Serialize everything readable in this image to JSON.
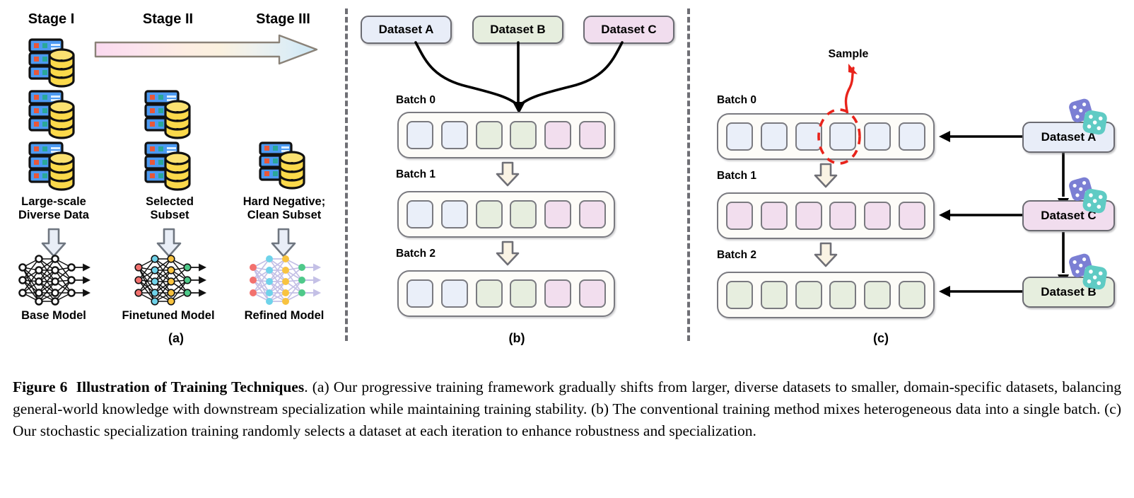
{
  "figure": {
    "label": "Figure 6",
    "title": "Illustration of Training Techniques",
    "caption_rest": ". (a) Our progressive training framework gradually shifts from larger, diverse datasets to smaller, domain-specific datasets, balancing general-world knowledge with downstream specialization while maintaining training stability. (b) The conventional training method mixes heterogeneous data into a single batch. (c) Our stochastic specialization training randomly selects a dataset at each iteration to enhance robustness and specialization."
  },
  "panels": {
    "a": {
      "label": "(a)",
      "stages": [
        {
          "title": "Stage I",
          "data_label": "Large-scale\nDiverse Data",
          "data_label_line1": "Large-scale",
          "data_label_line2": "Diverse Data",
          "model_label": "Base Model",
          "icon_count": 3,
          "model_style": "black"
        },
        {
          "title": "Stage II",
          "data_label_line1": "Selected",
          "data_label_line2": "Subset",
          "model_label": "Finetuned Model",
          "icon_count": 2,
          "model_style": "black-colored-nodes"
        },
        {
          "title": "Stage III",
          "data_label_line1": "Hard Negative;",
          "data_label_line2": "Clean Subset",
          "model_label": "Refined Model",
          "icon_count": 1,
          "model_style": "pastel"
        }
      ],
      "progress_arrow": {
        "name": "gradient-progress-arrow",
        "gradient_stops": [
          "#fbdcf0",
          "#fbe6ee",
          "#fdf0e2",
          "#fcf2e0",
          "#eef1ee",
          "#dfeef5",
          "#cfe8f5"
        ]
      },
      "icon_names": {
        "data": "database-server-icon",
        "flow": "down-arrow-icon",
        "model": "neural-network-icon"
      }
    },
    "b": {
      "label": "(b)",
      "datasets": [
        {
          "name": "Dataset A",
          "color": "#e8edf8"
        },
        {
          "name": "Dataset B",
          "color": "#e6eede"
        },
        {
          "name": "Dataset C",
          "color": "#f1ddee"
        }
      ],
      "batches": [
        {
          "label": "Batch 0",
          "cells": [
            "a",
            "a",
            "b",
            "b",
            "c",
            "c"
          ]
        },
        {
          "label": "Batch 1",
          "cells": [
            "a",
            "a",
            "b",
            "b",
            "c",
            "c"
          ]
        },
        {
          "label": "Batch 2",
          "cells": [
            "a",
            "a",
            "b",
            "b",
            "c",
            "c"
          ]
        }
      ]
    },
    "c": {
      "label": "(c)",
      "sample_annotation": "Sample",
      "batches": [
        {
          "label": "Batch 0",
          "cells": [
            "a",
            "a",
            "a",
            "a",
            "a",
            "a"
          ],
          "highlight_index": 3
        },
        {
          "label": "Batch 1",
          "cells": [
            "c",
            "c",
            "c",
            "c",
            "c",
            "c"
          ],
          "highlight_index": -1
        },
        {
          "label": "Batch 2",
          "cells": [
            "b",
            "b",
            "b",
            "b",
            "b",
            "b"
          ],
          "highlight_index": -1
        }
      ],
      "datasets": [
        {
          "name": "Dataset A",
          "color": "#e8edf8"
        },
        {
          "name": "Dataset C",
          "color": "#f1ddee"
        },
        {
          "name": "Dataset B",
          "color": "#e6eede"
        }
      ],
      "dice_icon": "dice-pair-icon"
    }
  },
  "colors": {
    "dataset_a": "#e8edf8",
    "dataset_b": "#e6eede",
    "dataset_c": "#f1ddee",
    "outline": "#6b6b72",
    "highlight": "#e8231b",
    "server_blue": "#3a8ce8",
    "db_yellow": "#f8d33c",
    "dice_purple": "#7b7fd4",
    "dice_teal": "#5fcbc4"
  }
}
